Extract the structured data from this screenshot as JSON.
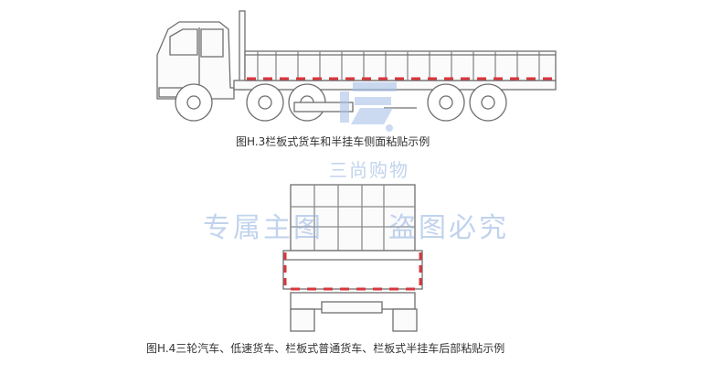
{
  "figures": {
    "side_view_caption": "图H.3栏板式货车和半挂车侧面粘贴示例",
    "rear_view_caption": "图H.4三轮汽车、低速货车、栏板式普通货车、栏板式半挂车后部粘贴示例"
  },
  "watermark": {
    "shop_name": "三尚购物",
    "notice_left": "专属主图",
    "notice_right": "盗图必究"
  },
  "colors": {
    "line": "#6f6f6f",
    "reflective_red": "#d9363e",
    "watermark_blue": "#8fb0e0"
  }
}
